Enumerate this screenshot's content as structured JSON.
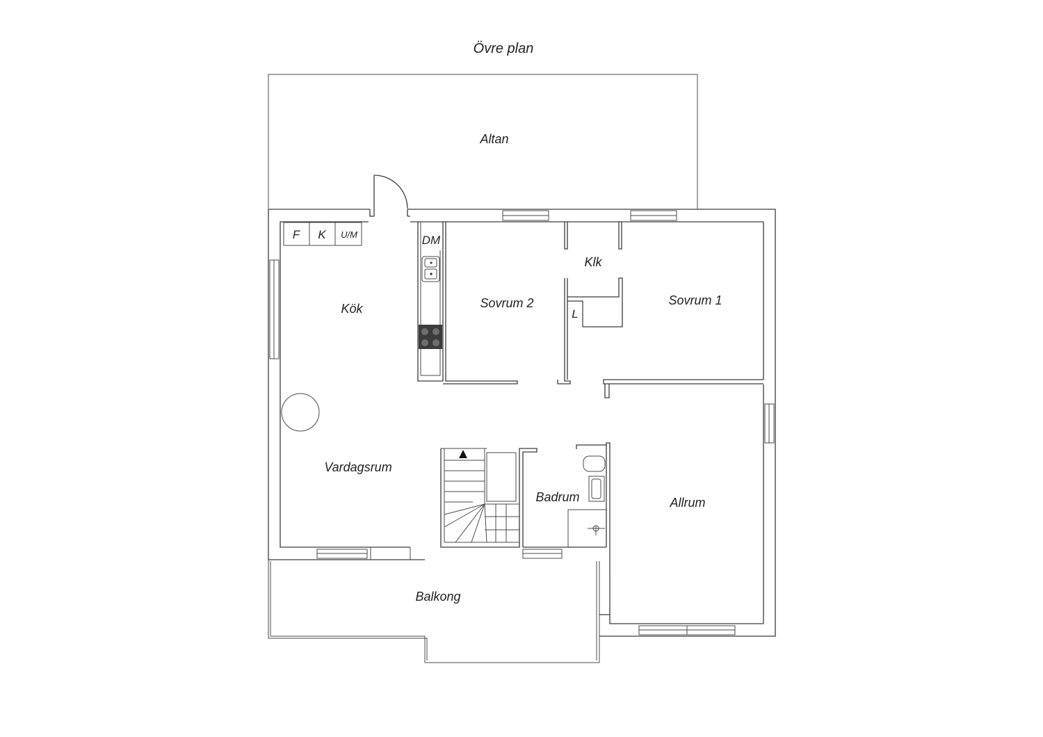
{
  "title": "Övre plan",
  "rooms": {
    "altan": "Altan",
    "kok": "Kök",
    "sovrum2": "Sovrum 2",
    "klk": "Klk",
    "sovrum1": "Sovrum 1",
    "vardagsrum": "Vardagsrum",
    "badrum": "Badrum",
    "allrum": "Allrum",
    "balkong": "Balkong"
  },
  "fixtures": {
    "f": "F",
    "k": "K",
    "um": "U/M",
    "dm": "DM",
    "l": "L"
  },
  "colors": {
    "line": "#3a3a3a",
    "stove": "#3c3c3c",
    "background": "#ffffff"
  }
}
